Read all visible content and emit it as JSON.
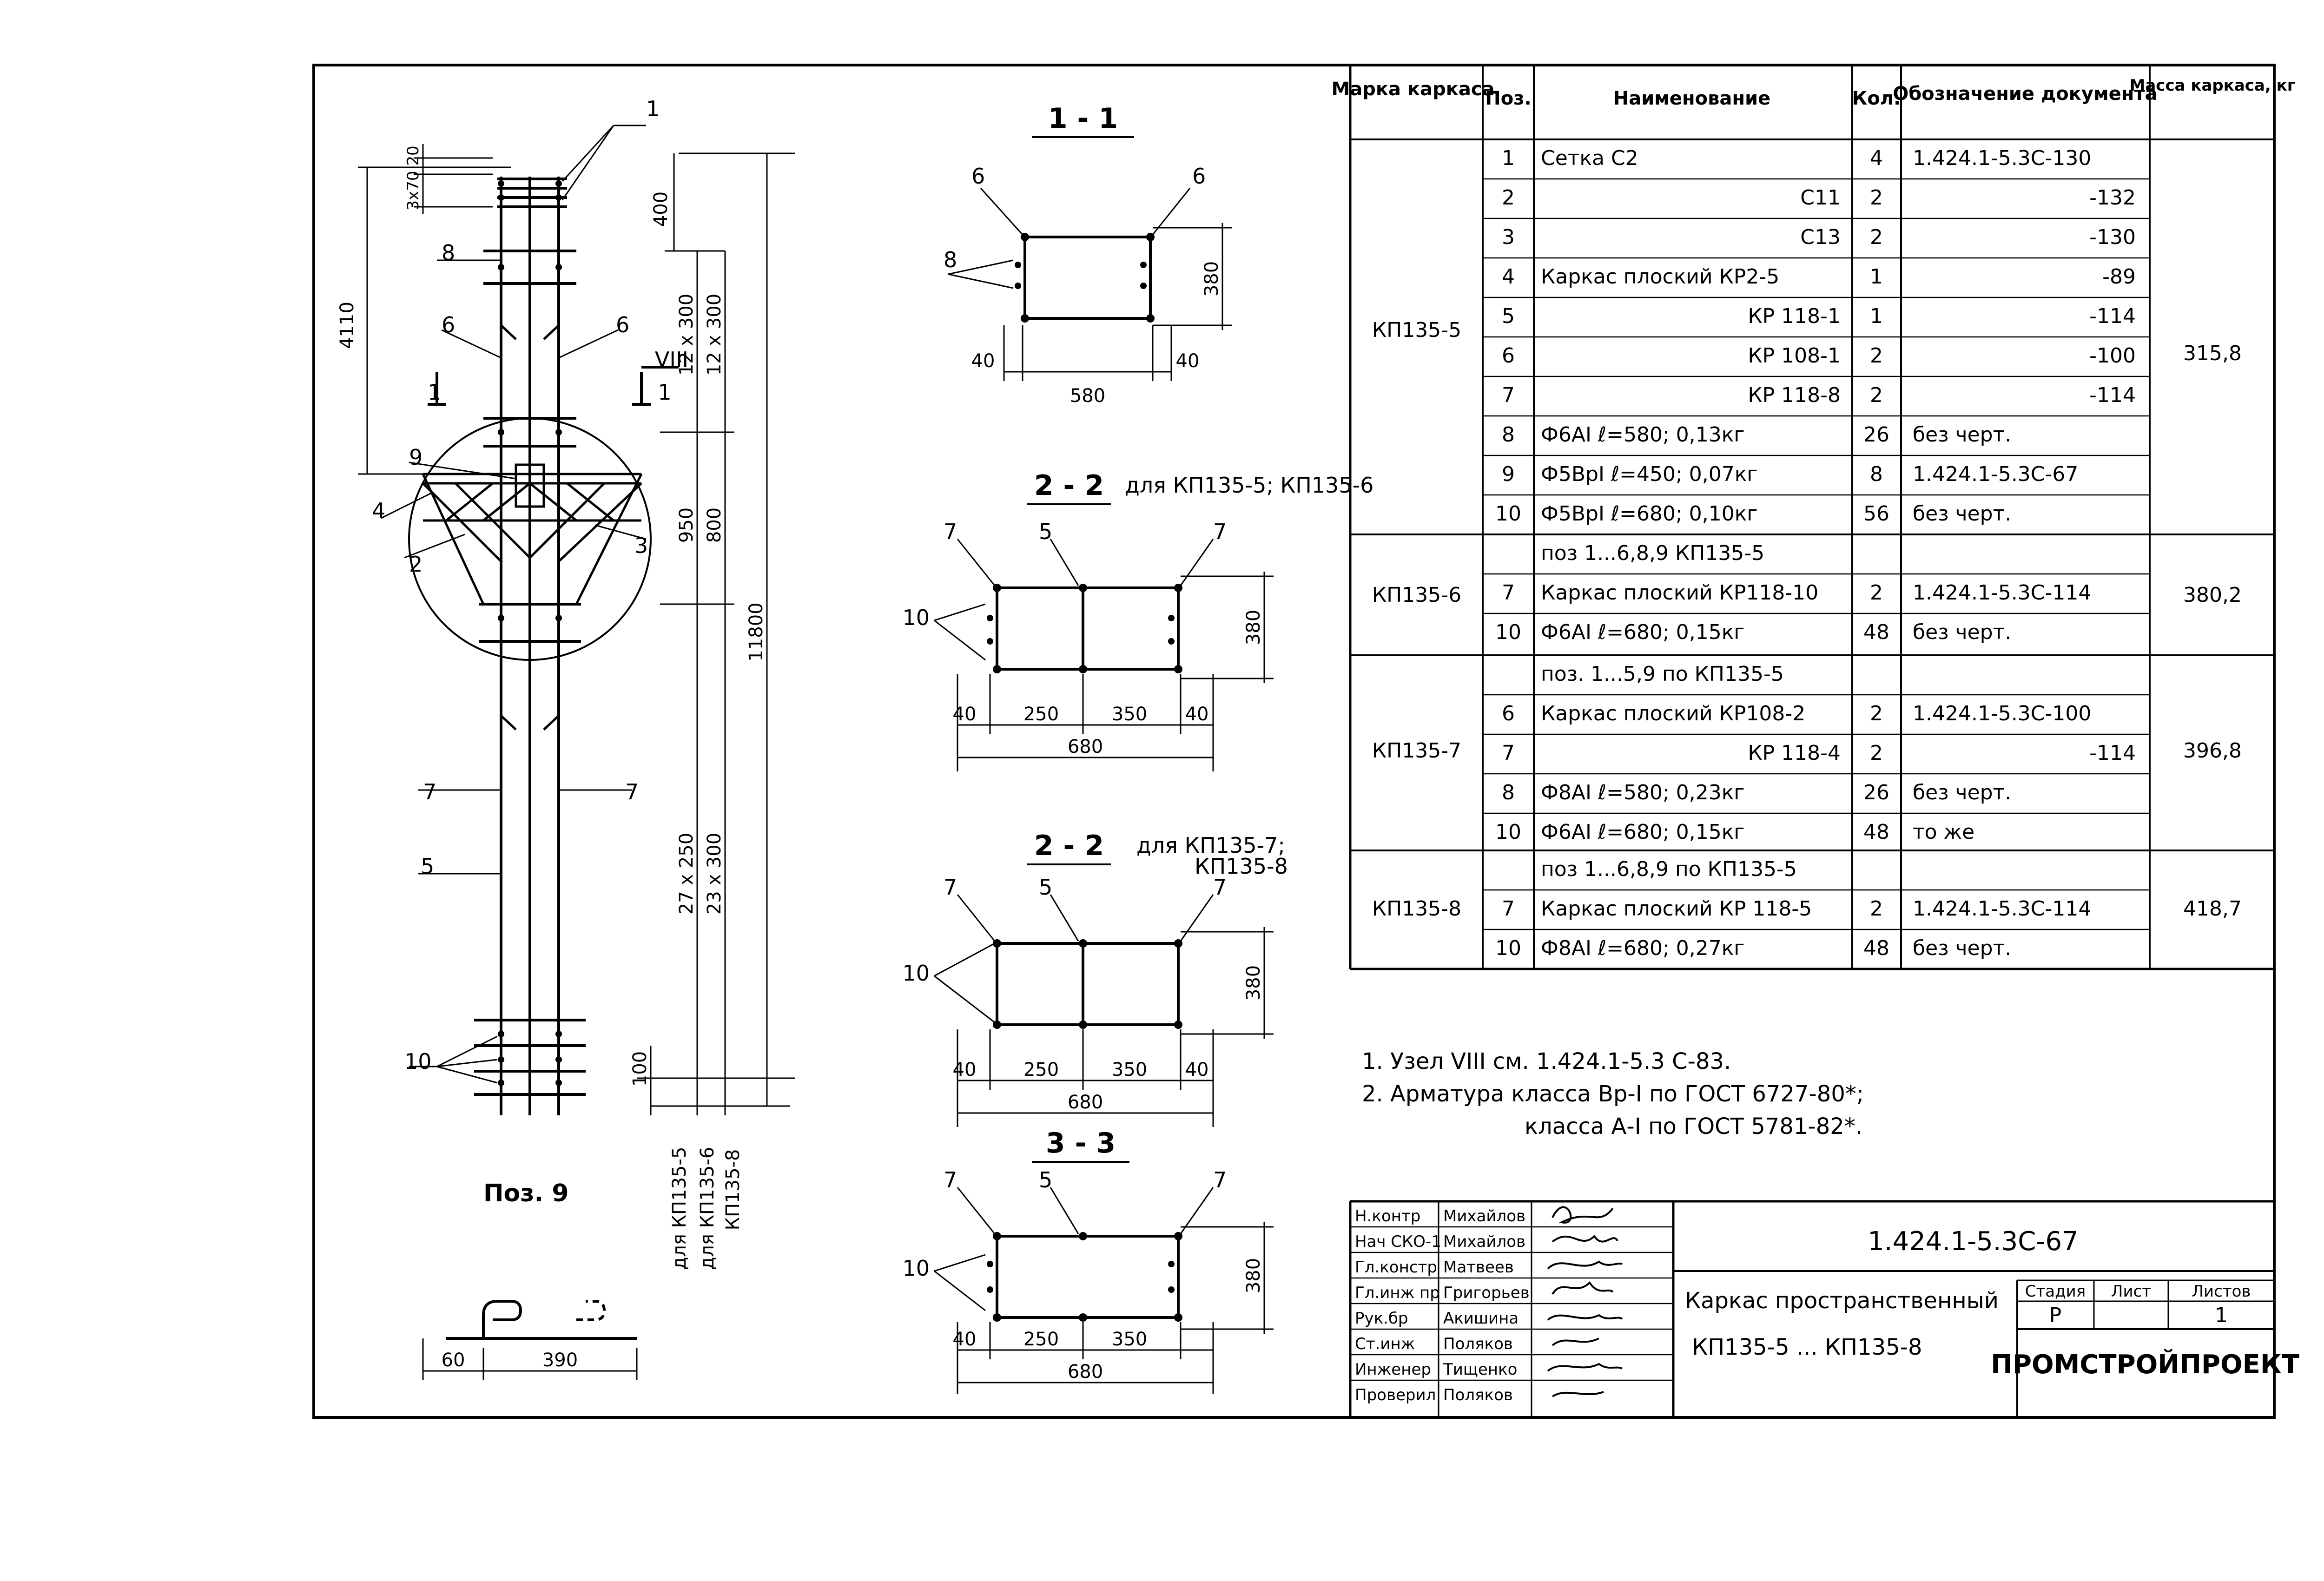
{
  "spec_table": {
    "headers": {
      "mark": "Марка каркаса",
      "pos": "Поз.",
      "name": "Наименование",
      "qty": "Кол.",
      "doc": "Обозначение документа",
      "mass": "Масса каркаса, кг"
    },
    "groups": [
      {
        "mark": "КП135-5",
        "mass": "315,8"
      },
      {
        "mark": "КП135-6",
        "mass": "380,2"
      },
      {
        "mark": "КП135-7",
        "mass": "396,8"
      },
      {
        "mark": "КП135-8",
        "mass": "418,7"
      }
    ],
    "rows": [
      {
        "pos": "1",
        "name": "Сетка С2",
        "qty": "4",
        "doc": "1.424.1-5.3С-130"
      },
      {
        "pos": "2",
        "name": "С11",
        "qty": "2",
        "doc": "-132"
      },
      {
        "pos": "3",
        "name": "С13",
        "qty": "2",
        "doc": "-130"
      },
      {
        "pos": "4",
        "name": "Каркас плоский КР2-5",
        "qty": "1",
        "doc": "-89"
      },
      {
        "pos": "5",
        "name": "КР 118-1",
        "qty": "1",
        "doc": "-114"
      },
      {
        "pos": "6",
        "name": "КР 108-1",
        "qty": "2",
        "doc": "-100"
      },
      {
        "pos": "7",
        "name": "КР 118-8",
        "qty": "2",
        "doc": "-114"
      },
      {
        "pos": "8",
        "name": "Ф6АI ℓ=580; 0,13кг",
        "qty": "26",
        "doc": "без черт."
      },
      {
        "pos": "9",
        "name": "Ф5ВрI ℓ=450; 0,07кг",
        "qty": "8",
        "doc": "1.424.1-5.3С-67"
      },
      {
        "pos": "10",
        "name": "Ф5ВрI ℓ=680; 0,10кг",
        "qty": "56",
        "doc": "без черт."
      },
      {
        "pos": "",
        "name": "поз 1...6,8,9 КП135-5",
        "qty": "",
        "doc": ""
      },
      {
        "pos": "7",
        "name": "Каркас плоский КР118-10",
        "qty": "2",
        "doc": "1.424.1-5.3С-114"
      },
      {
        "pos": "10",
        "name": "Ф6АI ℓ=680; 0,15кг",
        "qty": "48",
        "doc": "без черт."
      },
      {
        "pos": "",
        "name": "поз. 1...5,9 по КП135-5",
        "qty": "",
        "doc": ""
      },
      {
        "pos": "6",
        "name": "Каркас плоский КР108-2",
        "qty": "2",
        "doc": "1.424.1-5.3С-100"
      },
      {
        "pos": "7",
        "name": "КР 118-4",
        "qty": "2",
        "doc": "-114"
      },
      {
        "pos": "8",
        "name": "Ф8АI ℓ=580; 0,23кг",
        "qty": "26",
        "doc": "без черт."
      },
      {
        "pos": "10",
        "name": "Ф6АI ℓ=680; 0,15кг",
        "qty": "48",
        "doc": "то же"
      },
      {
        "pos": "",
        "name": "поз 1...6,8,9 по КП135-5",
        "qty": "",
        "doc": ""
      },
      {
        "pos": "7",
        "name": "Каркас плоский КР 118-5",
        "qty": "2",
        "doc": "1.424.1-5.3С-114"
      },
      {
        "pos": "10",
        "name": "Ф8АI ℓ=680; 0,27кг",
        "qty": "48",
        "doc": "без черт."
      }
    ]
  },
  "notes": [
    "1. Узел VIII см. 1.424.1-5.3 С-83.",
    "2. Арматура класса Вр-I по ГОСТ 6727-80*;",
    "класса А-I по ГОСТ 5781-82*."
  ],
  "title_block": {
    "roles": [
      "Н.контр",
      "Нач СКО-1",
      "Гл.констр",
      "Гл.инж пр",
      "Рук.бр",
      "Ст.инж",
      "Инженер",
      "Проверил"
    ],
    "names": [
      "Михайлов",
      "Михайлов",
      "Матвеев",
      "Григорьев",
      "Акишина",
      "Поляков",
      "Тищенко",
      "Поляков"
    ],
    "doc_code": "1.424.1-5.3С-67",
    "title_line1": "Каркас пространственный",
    "title_line2": "КП135-5 ... КП135-8",
    "stage_label": "Стадия",
    "sheet_label": "Лист",
    "sheets_label": "Листов",
    "stage": "Р",
    "sheet": "",
    "sheets": "1",
    "org": "ПРОМСТРОЙПРОЕКТ"
  },
  "sections": {
    "s1_title": "1 - 1",
    "s2a_title": "2 - 2",
    "s2a_sub": "для КП135-5; КП135-6",
    "s2b_title": "2 - 2",
    "s2b_sub": "для КП135-7;",
    "s2b_sub2": "КП135-8",
    "s3_title": "3 - 3",
    "pos9_title": "Поз. 9"
  },
  "dims": {
    "d4110": "4110",
    "d20": "20",
    "d3x70": "3x70",
    "d400": "400",
    "d12x300a": "12 x 300",
    "d12x300b": "12 x 300",
    "d950": "950",
    "d800": "800",
    "d11800": "11800",
    "d27x250": "27 x 250",
    "d23x300": "23 x 300",
    "d100": "100",
    "for135_5": "для КП135-5",
    "for135_6": "для КП135-6",
    "for135_8": "КП135-8",
    "s1_380": "380",
    "s1_580": "580",
    "s1_40a": "40",
    "s1_40b": "40",
    "s_380": "380",
    "s_40": "40",
    "s_250": "250",
    "s_350": "350",
    "s_680": "680",
    "p9_60": "60",
    "p9_390": "390",
    "node": "VIII",
    "node_sheet": "1"
  },
  "callouts": [
    "1",
    "2",
    "3",
    "4",
    "5",
    "6",
    "7",
    "8",
    "9",
    "10"
  ]
}
